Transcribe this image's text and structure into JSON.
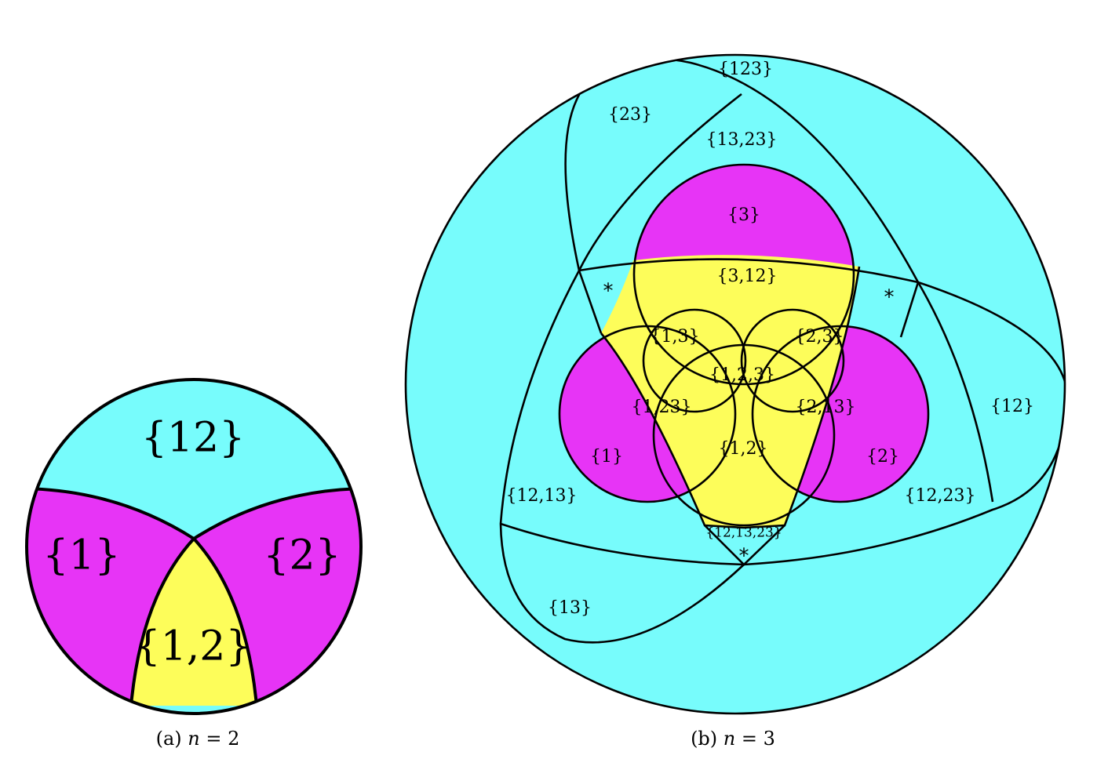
{
  "colors": {
    "cyan": "#77fcfc",
    "magenta": "#e734f6",
    "yellow": "#fdfd5a",
    "outline": "#000000"
  },
  "panel_a": {
    "labels": {
      "top": "{12}",
      "left": "{1}",
      "right": "{2}",
      "bottom": "{1,2}"
    },
    "caption": {
      "prefix": "(a)",
      "var": "n",
      "rest": "= 2"
    }
  },
  "panel_b": {
    "labels": {
      "l123": "{123}",
      "l23": "{23}",
      "l13_23": "{13,23}",
      "l3": "{3}",
      "l3_12": "{3,12}",
      "l1_3": "{1,3}",
      "l2_3": "{2,3}",
      "l1_2_3": "{1,2,3}",
      "l1_23": "{1,23}",
      "l2_13": "{2,13}",
      "l1": "{1}",
      "l2": "{2}",
      "l1_2": "{1,2}",
      "l12": "{12}",
      "l12_13": "{12,13}",
      "l12_23": "{12,23}",
      "l12_13_23": "{12,13,23}",
      "l13": "{13}",
      "star": "*"
    },
    "caption": {
      "prefix": "(b)",
      "var": "n",
      "rest": "= 3"
    }
  }
}
